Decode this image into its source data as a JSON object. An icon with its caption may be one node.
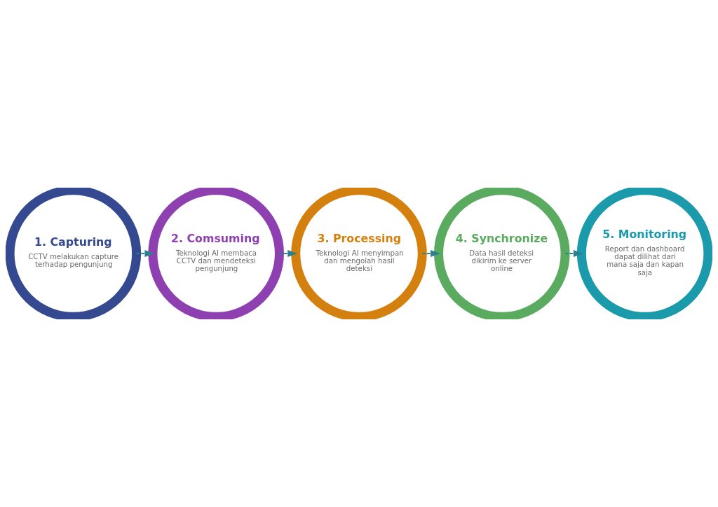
{
  "diagram": {
    "nodes": [
      {
        "text": [
          "1. Capturing",
          "CCTV melakukan capture terhadap pengunjung"
        ]
      },
      {
        "text": [
          "2. Comsuming",
          "Teknologi AI membaca CCTV dan mendeteksi pengunjung"
        ]
      },
      {
        "text": [
          "3. Processing",
          "Teknologi AI menyimpan dan mengolah hasil deteksi"
        ]
      },
      {
        "text": [
          "4. Synchronize",
          "Data hasil deteksi dikirim ke server online"
        ]
      },
      {
        "text": [
          "5. Monitoring",
          "Report dan dashboard dapat dilihat dari mana saja dan kapan saja"
        ]
      }
    ],
    "edges": [
      {
        "from": 0,
        "to": 1,
        "arrow": "to",
        "style": "dashed"
      },
      {
        "from": 1,
        "to": 2,
        "arrow": "to",
        "style": "dashed"
      },
      {
        "from": 2,
        "to": 3,
        "arrow": "to",
        "style": "dashed"
      },
      {
        "from": 3,
        "to": 4,
        "arrow": "to",
        "style": "dashed"
      }
    ]
  }
}
